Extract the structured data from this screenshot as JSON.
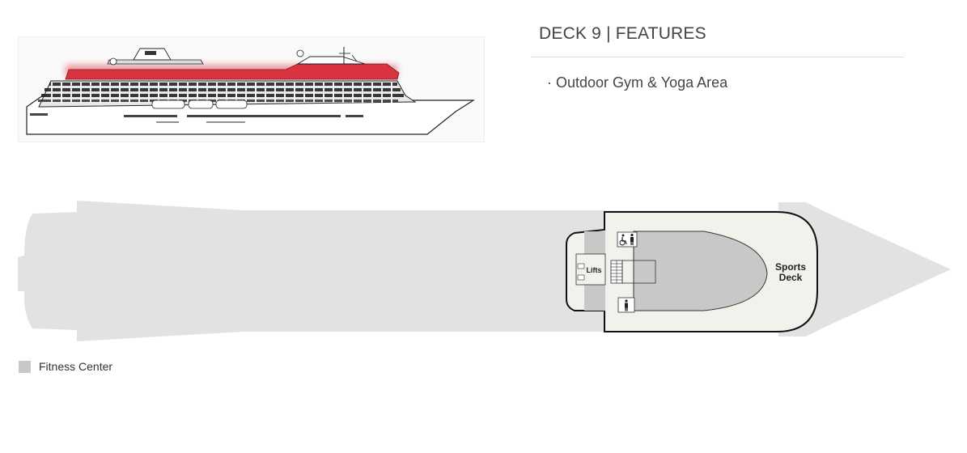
{
  "header": {
    "title": "DECK 9 | FEATURES"
  },
  "features": {
    "items": [
      "· Outdoor Gym & Yoga Area"
    ]
  },
  "plan": {
    "labels": {
      "lifts": "Lifts",
      "sports_line1": "Sports",
      "sports_line2": "Deck"
    }
  },
  "legend": {
    "items": [
      {
        "label": "Fitness Center",
        "color": "#c8c8c8"
      }
    ]
  },
  "colors": {
    "hull": "#e2e2e2",
    "deck_area": "#f2f1ec",
    "fitness": "#c8c8c8",
    "highlight": "#d9333f"
  },
  "icons": [
    "accessible-restroom-icon",
    "restroom-icon",
    "staircase-icon"
  ]
}
